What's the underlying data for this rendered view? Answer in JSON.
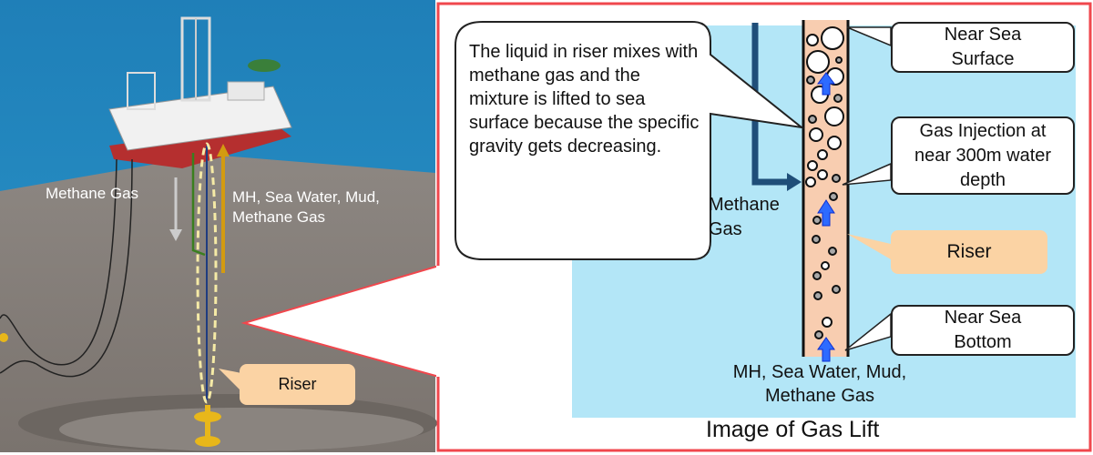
{
  "scene": {
    "methane_gas_label": "Methane Gas",
    "upflow_label": "MH, Sea Water, Mud, Methane Gas",
    "riser_label": "Riser"
  },
  "gas_lift": {
    "title": "Image of Gas Lift",
    "explanation": "The liquid in riser mixes with methane gas and the mixture is lifted to sea surface because the specific gravity gets decreasing.",
    "methane_gas_label": "Methane Gas",
    "near_sea_surface": "Near Sea Surface",
    "gas_injection": "Gas Injection at near 300m water depth",
    "riser_label": "Riser",
    "near_sea_bottom": "Near Sea Bottom",
    "bottom_inflow": "MH, Sea Water, Mud, Methane Gas"
  },
  "colors": {
    "frame": "#f0474d",
    "water": "#b3e6f7",
    "riser_fill": "#f8cdb0",
    "callout_orange": "#fbd3a4",
    "arrow_dark_blue": "#1f4e79",
    "arrow_blue": "#1a5cff"
  }
}
